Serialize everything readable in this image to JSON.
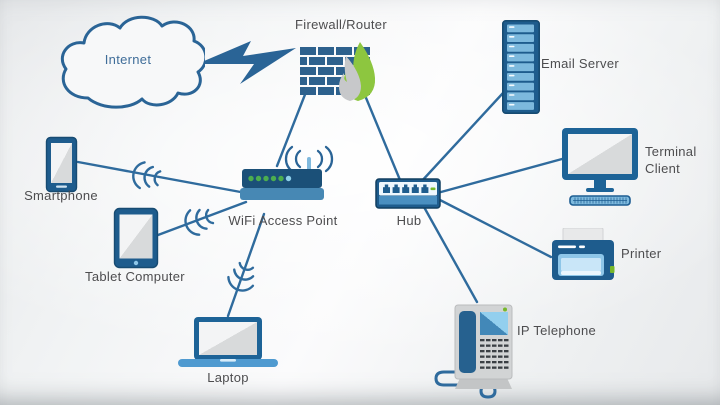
{
  "diagram": {
    "type": "network-topology",
    "nodes": {
      "internet": {
        "label": "Internet",
        "icon": "cloud-icon"
      },
      "firewall": {
        "label": "Firewall/Router",
        "icon": "firewall-brick-flame-icon"
      },
      "email_server": {
        "label": "Email Server",
        "icon": "server-rack-icon"
      },
      "wifi_ap": {
        "label": "WiFi Access Point",
        "icon": "wifi-router-icon"
      },
      "hub": {
        "label": "Hub",
        "icon": "network-switch-icon"
      },
      "terminal_client": {
        "label": "Terminal Client",
        "icon": "desktop-computer-icon"
      },
      "printer": {
        "label": "Printer",
        "icon": "printer-icon"
      },
      "ip_telephone": {
        "label": "IP Telephone",
        "icon": "desk-phone-icon"
      },
      "smartphone": {
        "label": "Smartphone",
        "icon": "smartphone-icon"
      },
      "tablet": {
        "label": "Tablet Computer",
        "icon": "tablet-icon"
      },
      "laptop": {
        "label": "Laptop",
        "icon": "laptop-icon"
      }
    },
    "edges": [
      {
        "from": "internet",
        "to": "firewall",
        "style": "lightning-bolt"
      },
      {
        "from": "firewall",
        "to": "wifi_ap",
        "style": "line"
      },
      {
        "from": "firewall",
        "to": "hub",
        "style": "line"
      },
      {
        "from": "email_server",
        "to": "hub",
        "style": "line"
      },
      {
        "from": "hub",
        "to": "terminal_client",
        "style": "line"
      },
      {
        "from": "hub",
        "to": "printer",
        "style": "line"
      },
      {
        "from": "hub",
        "to": "ip_telephone",
        "style": "line"
      },
      {
        "from": "smartphone",
        "to": "wifi_ap",
        "style": "wireless-line"
      },
      {
        "from": "tablet",
        "to": "wifi_ap",
        "style": "wireless-line"
      },
      {
        "from": "laptop",
        "to": "wifi_ap",
        "style": "wireless-line"
      }
    ],
    "colors": {
      "connector_line": "#2f6b9d",
      "device_dark_blue": "#1e5c8d",
      "device_navy": "#174b72",
      "device_mid_blue": "#4a8fc0",
      "device_light_blue": "#85bfe4",
      "device_pale_blue": "#c5e3f6",
      "led_green": "#4cae4f",
      "accent_green": "#76b82a",
      "flame_green": "#8dc63f",
      "flame_gray": "#c7c8ca",
      "screen_light": "#f3f4f5",
      "screen_dark": "#d8dadb",
      "label_text": "#4d4d4f",
      "internet_text": "#3f6d99",
      "background": "#eef0f1"
    }
  }
}
